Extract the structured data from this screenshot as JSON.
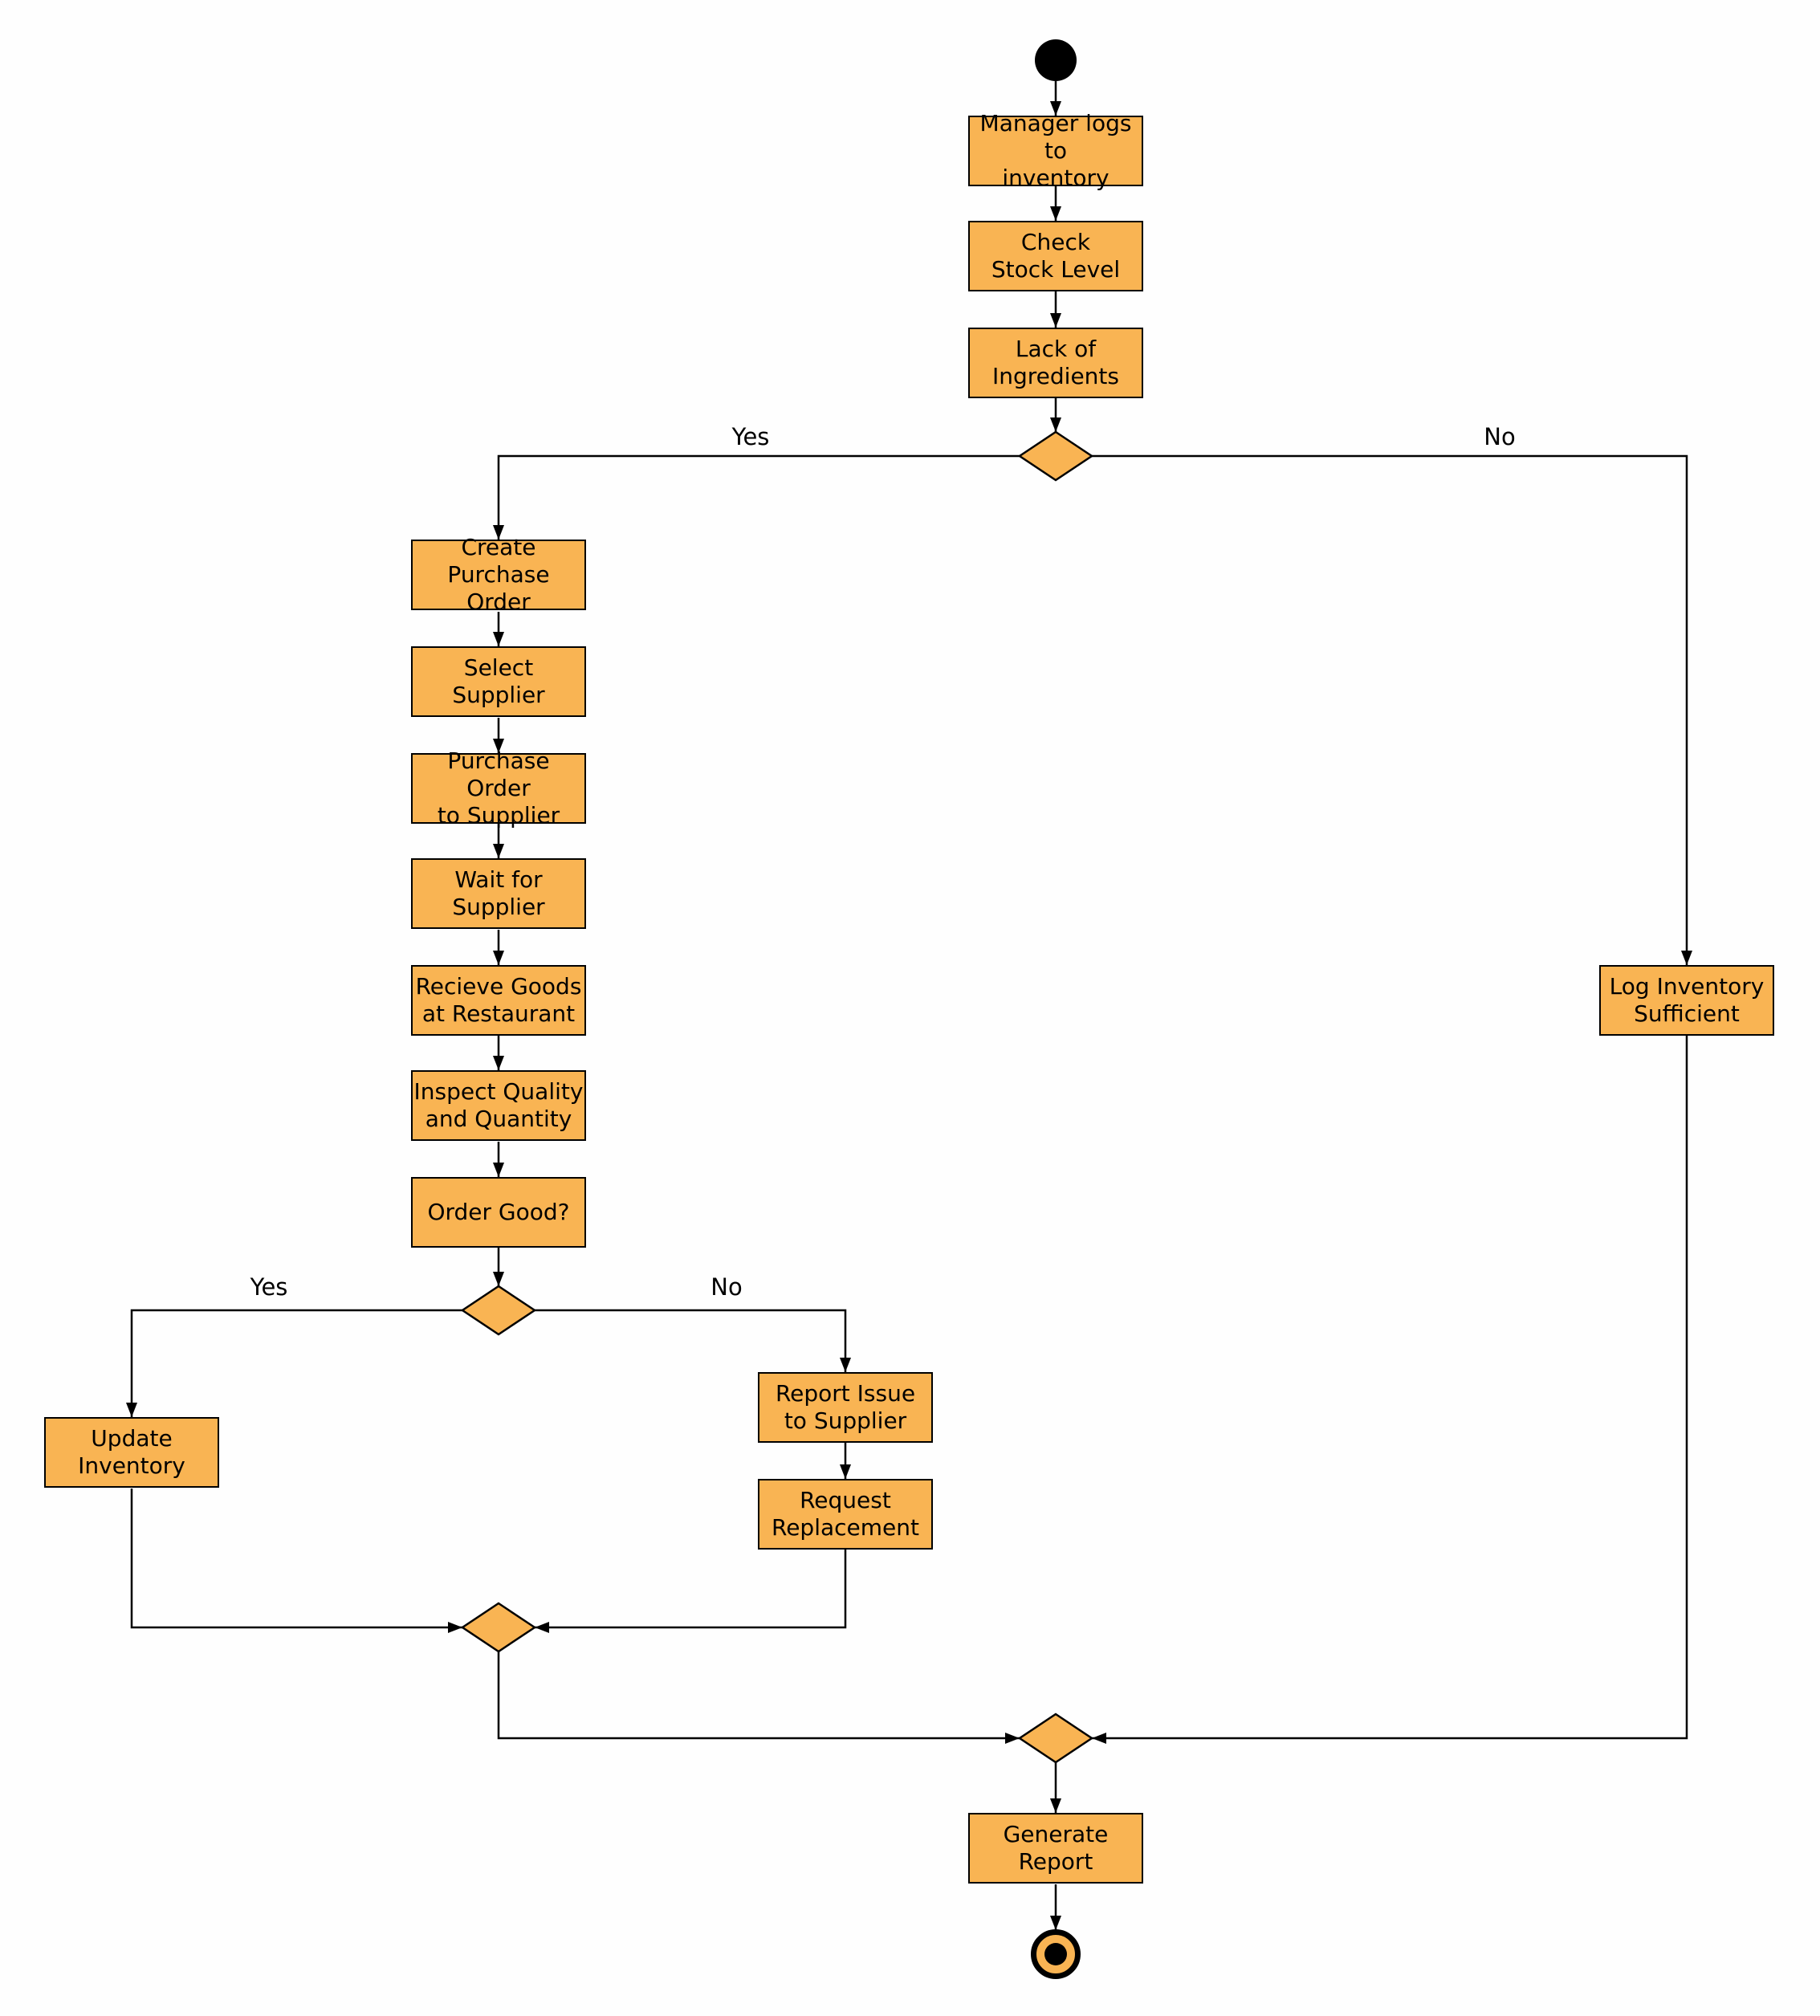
{
  "diagram": {
    "type": "uml-activity-flowchart",
    "colors": {
      "node_fill": "#F9B453",
      "node_border": "#000000",
      "background": "#FEFEFE",
      "text": "#000000"
    },
    "nodes": {
      "start": {
        "kind": "initial"
      },
      "manager_logs": {
        "label": "Manager logs to\ninventory"
      },
      "check_stock": {
        "label": "Check\nStock Level"
      },
      "lack_ingredients": {
        "label": "Lack of\nIngredients"
      },
      "decision_stock": {
        "kind": "decision"
      },
      "create_po": {
        "label": "Create\nPurchase Order"
      },
      "select_supplier": {
        "label": "Select\nSupplier"
      },
      "po_to_supplier": {
        "label": "Purchase Order\nto Supplier"
      },
      "wait_supplier": {
        "label": "Wait for\nSupplier"
      },
      "receive_goods": {
        "label": "Recieve Goods\nat Restaurant"
      },
      "inspect_quality": {
        "label": "Inspect Quality\nand Quantity"
      },
      "order_good": {
        "label": "Order Good?"
      },
      "decision_order": {
        "kind": "decision"
      },
      "update_inventory": {
        "label": "Update\nInventory"
      },
      "report_issue": {
        "label": "Report Issue\nto Supplier"
      },
      "request_replacement": {
        "label": "Request\nReplacement"
      },
      "merge_order": {
        "kind": "merge"
      },
      "log_sufficient": {
        "label": "Log Inventory\nSufficient"
      },
      "merge_final": {
        "kind": "merge"
      },
      "generate_report": {
        "label": "Generate\nReport"
      },
      "end": {
        "kind": "final"
      }
    },
    "edge_labels": {
      "stock_yes": "Yes",
      "stock_no": "No",
      "order_yes": "Yes",
      "order_no": "No"
    }
  }
}
